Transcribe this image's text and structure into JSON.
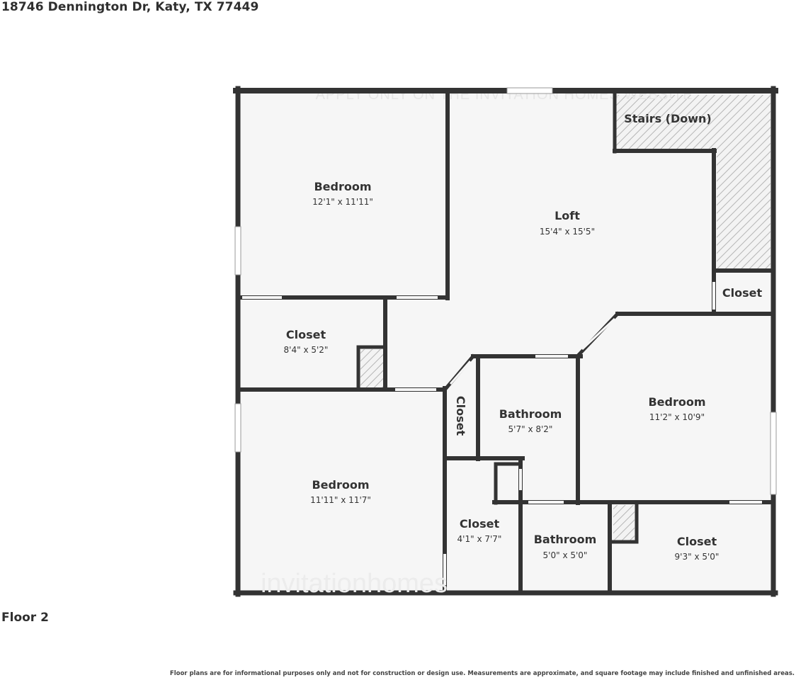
{
  "header": {
    "address": "18746 Dennington Dr, Katy, TX 77449"
  },
  "floor": {
    "label": "Floor 2"
  },
  "watermark": {
    "top_text": "APPLY ONLY ON THE INVITATION HOMES WEBSITE",
    "bottom_text": "invitationhomes"
  },
  "rooms": {
    "bedroom_nw": {
      "name": "Bedroom",
      "dims": "12'1\" x 11'11\""
    },
    "loft": {
      "name": "Loft",
      "dims": "15'4\" x 15'5\""
    },
    "stairs": {
      "name": "Stairs (Down)"
    },
    "closet_ne": {
      "name": "Closet"
    },
    "closet_w": {
      "name": "Closet",
      "dims": "8'4\" x 5'2\""
    },
    "closet_vertical": {
      "name": "Closet"
    },
    "bathroom_center": {
      "name": "Bathroom",
      "dims": "5'7\" x 8'2\""
    },
    "bedroom_e": {
      "name": "Bedroom",
      "dims": "11'2\" x 10'9\""
    },
    "bedroom_sw": {
      "name": "Bedroom",
      "dims": "11'11\" x 11'7\""
    },
    "closet_s": {
      "name": "Closet",
      "dims": "4'1\" x 7'7\""
    },
    "bathroom_s": {
      "name": "Bathroom",
      "dims": "5'0\" x 5'0\""
    },
    "closet_se": {
      "name": "Closet",
      "dims": "9'3\" x 5'0\""
    }
  },
  "footer": {
    "disclaimer": "Floor plans are for informational purposes only and not for construction or design use. Measurements are approximate, and square footage may include finished and unfinished areas."
  },
  "colors": {
    "wall": "#333333",
    "floor": "#f6f6f6",
    "hatch": "#bbbbbb"
  }
}
